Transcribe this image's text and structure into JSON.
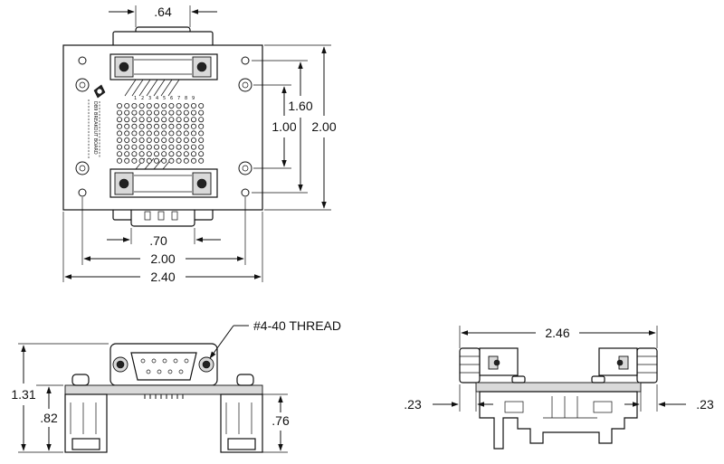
{
  "dimensions": {
    "top_view": {
      "connector_width": ".64",
      "mount_spacing_vertical": "1.60",
      "inner_hole_spacing": "1.00",
      "board_height": "2.00",
      "bottom_connector_width": ".70",
      "hole_spacing_horizontal": "2.00",
      "board_width": "2.40"
    },
    "front_view": {
      "thread_callout": "#4-40 THREAD",
      "overall_height": "1.31",
      "rail_height_left": ".82",
      "rail_height_right": ".76"
    },
    "side_view": {
      "overall_width": "2.46",
      "left_offset": ".23",
      "right_offset": ".23"
    }
  },
  "board_silkscreen": {
    "column_numbers": [
      "1",
      "2",
      "3",
      "4",
      "5",
      "6",
      "7",
      "8",
      "9"
    ],
    "vertical_text": "DB9 BREAKOUT BOARD"
  }
}
